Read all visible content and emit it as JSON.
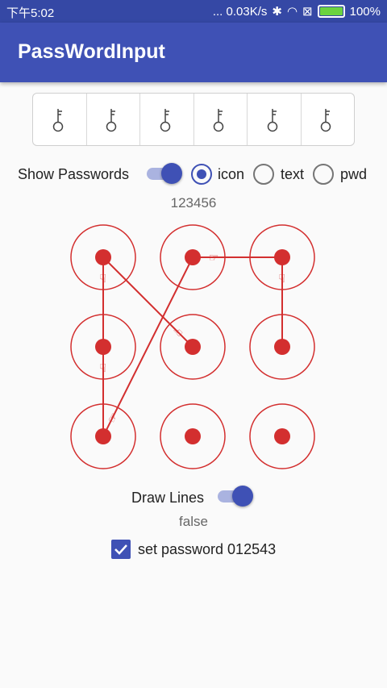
{
  "status": {
    "time": "下午5:02",
    "speed": "... 0.03K/s",
    "battery": "100%"
  },
  "appbar": {
    "title": "PassWordInput"
  },
  "keys": {
    "count": 6,
    "icon": "key-icon"
  },
  "show_passwords": {
    "label": "Show Passwords",
    "enabled": true,
    "options": [
      {
        "label": "icon",
        "checked": true
      },
      {
        "label": "text",
        "checked": false
      },
      {
        "label": "pwd",
        "checked": false
      }
    ],
    "value": "123456"
  },
  "pattern": {
    "rows": 3,
    "cols": 3,
    "color": "#d32f2f",
    "sequence": [
      4,
      0,
      3,
      6,
      1,
      2,
      5
    ]
  },
  "draw_lines": {
    "label": "Draw Lines",
    "enabled": true,
    "value": "false"
  },
  "set_password": {
    "label": "set password 012543",
    "checked": true
  },
  "colors": {
    "primary": "#3f51b5",
    "primary_dark": "#3548a5",
    "accent_red": "#d32f2f"
  }
}
